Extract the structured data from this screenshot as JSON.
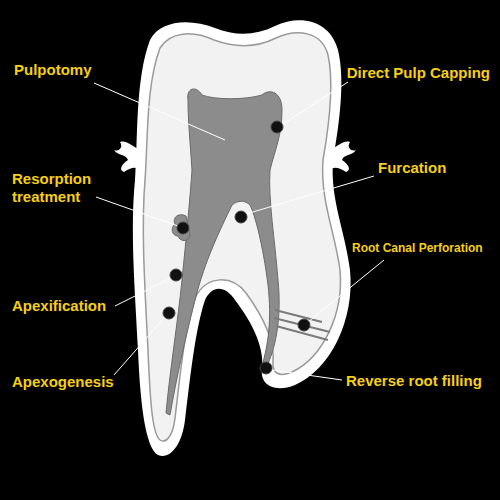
{
  "diagram": {
    "labels": [
      "Pulpotomy",
      "Direct Pulp Capping",
      "Resorption treatment",
      "Furcation",
      "Root Canal Perforation",
      "Apexification",
      "Apexogenesis",
      "Reverse root filling"
    ]
  }
}
